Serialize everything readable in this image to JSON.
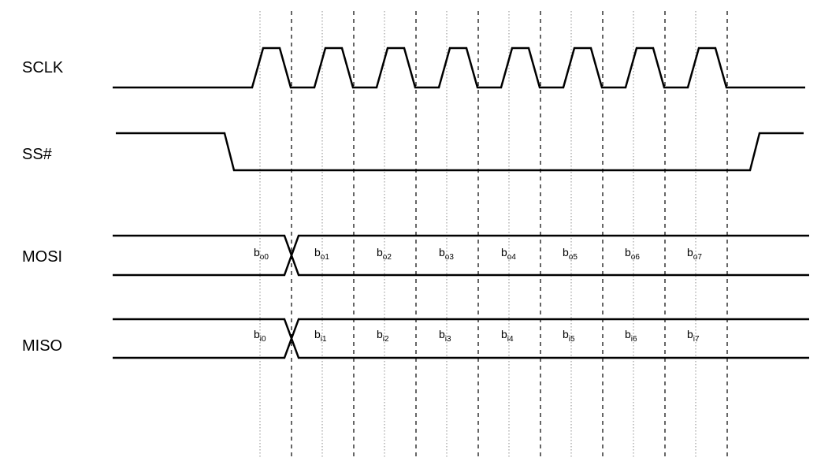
{
  "signals": {
    "sclk": "SCLK",
    "ss": "SS#",
    "mosi": "MOSI",
    "miso": "MISO"
  },
  "mosi_bits": [
    {
      "base": "b",
      "sub": "o0"
    },
    {
      "base": "b",
      "sub": "o1"
    },
    {
      "base": "b",
      "sub": "o2"
    },
    {
      "base": "b",
      "sub": "o3"
    },
    {
      "base": "b",
      "sub": "o4"
    },
    {
      "base": "b",
      "sub": "o5"
    },
    {
      "base": "b",
      "sub": "o6"
    },
    {
      "base": "b",
      "sub": "o7"
    }
  ],
  "miso_bits": [
    {
      "base": "b",
      "sub": "i0"
    },
    {
      "base": "b",
      "sub": "i1"
    },
    {
      "base": "b",
      "sub": "i2"
    },
    {
      "base": "b",
      "sub": "i3"
    },
    {
      "base": "b",
      "sub": "i4"
    },
    {
      "base": "b",
      "sub": "i5"
    },
    {
      "base": "b",
      "sub": "i6"
    },
    {
      "base": "b",
      "sub": "i7"
    }
  ],
  "clock_cycles": 8
}
